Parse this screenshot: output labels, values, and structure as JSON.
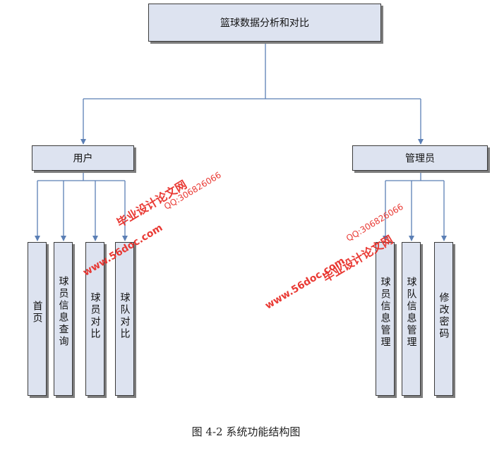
{
  "diagram": {
    "root": "篮球数据分析和对比",
    "user": {
      "label": "用户",
      "children": [
        "首页",
        "球员信息查询",
        "球员对比",
        "球队对比"
      ]
    },
    "admin": {
      "label": "管理员",
      "children": [
        "球员信息管理",
        "球队信息管理",
        "修改密码"
      ]
    }
  },
  "watermark": {
    "cn": "毕业设计论文网",
    "url": "www.56doc.com",
    "qq": "QQ:306826066",
    "color": "#e8302a"
  },
  "caption": "图 4-2 系统功能结构图",
  "colors": {
    "box_fill": "#dde3f0",
    "connector": "#5b7fb5"
  }
}
